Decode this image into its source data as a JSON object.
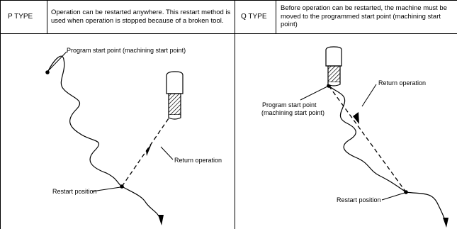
{
  "header": {
    "p_type": "P TYPE",
    "p_description": "Operation can be restarted anywhere. This restart method is used when operation is stopped because of a broken tool.",
    "q_type": "Q TYPE",
    "q_description": "Before operation can be restarted, the machine must be moved to the programmed start point (machining start point)"
  },
  "p_diagram": {
    "program_start_label": "Program start point (machining start point)",
    "return_operation_label": "Return operation",
    "restart_position_label": "Restart position"
  },
  "q_diagram": {
    "program_start_label_line1": "Program start point",
    "program_start_label_line2": "(machining start point)",
    "return_operation_label": "Return operation",
    "restart_position_label": "Restart position"
  }
}
